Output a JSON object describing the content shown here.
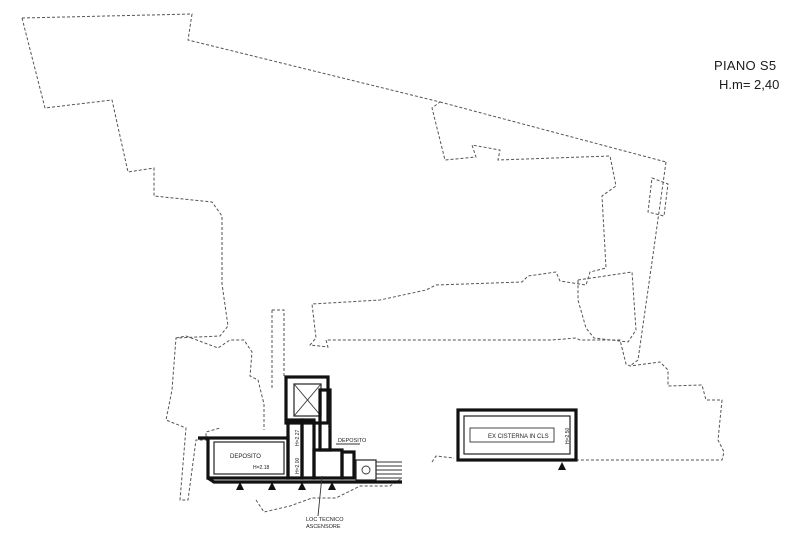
{
  "title": {
    "line1": "PIANO  S5",
    "line2": "H.m= 2,40"
  },
  "labels": {
    "deposito_main": "DEPOSITO",
    "deposito_main_height": "H=2.18",
    "h_227": "H=2.27",
    "h_200": "H=2.00",
    "ascensore": "ASCENSORE",
    "deposito_small": "DEPOSITO",
    "loc_tecnico_1": "LOC TECNICO",
    "loc_tecnico_2": "ASCENSORE",
    "ex_cisterna": "EX CISTERNA IN CLS",
    "h_250": "H=2.50"
  }
}
